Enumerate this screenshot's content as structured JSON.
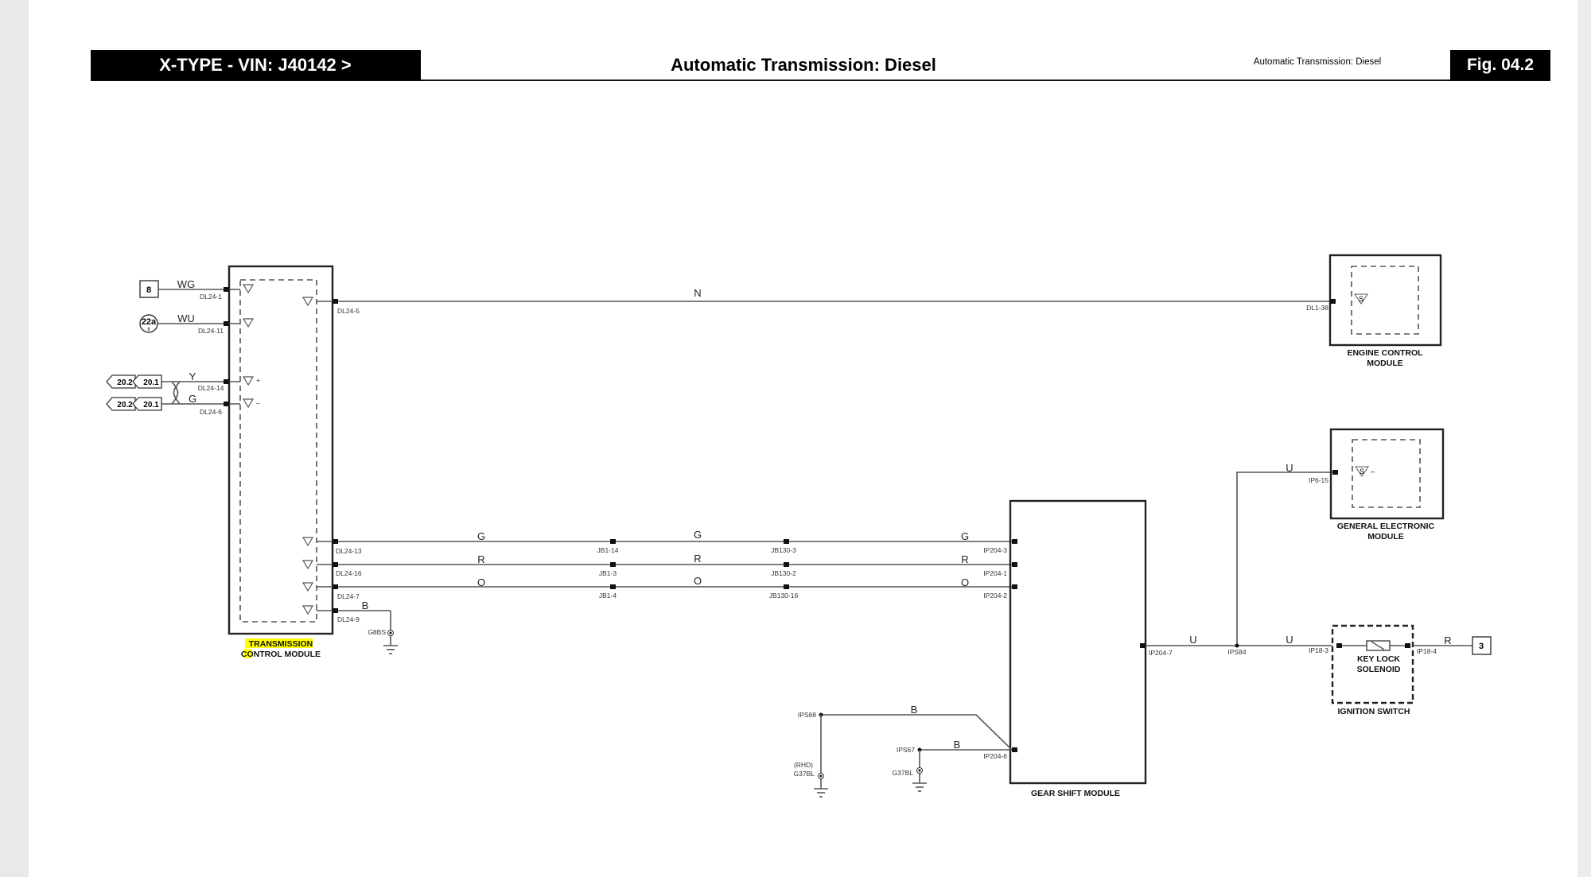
{
  "header": {
    "model": "X-TYPE - VIN: J40142 >",
    "title": "Automatic Transmission: Diesel",
    "subtitle": "Automatic Transmission: Diesel",
    "fig": "Fig. 04.2"
  },
  "refs": {
    "box8": "8",
    "circ22a": "22a",
    "circ22a_sub": "II",
    "tag202": "20.2",
    "tag201": "20.1",
    "box3": "3"
  },
  "wires": {
    "WG": "WG",
    "WU": "WU",
    "Y": "Y",
    "G": "G",
    "N": "N",
    "R": "R",
    "O": "O",
    "B": "B",
    "U": "U"
  },
  "pins": {
    "dl24_1": "DL24-1",
    "dl24_11": "DL24-11",
    "dl24_14": "DL24-14",
    "dl24_6": "DL24-6",
    "dl24_5": "DL24-5",
    "dl24_13": "DL24-13",
    "dl24_16": "DL24-16",
    "dl24_7": "DL24-7",
    "dl24_9": "DL24-9",
    "jb1_14": "JB1-14",
    "jb1_3": "JB1-3",
    "jb1_4": "JB1-4",
    "jb130_3": "JB130-3",
    "jb130_2": "JB130-2",
    "jb130_16": "JB130-16",
    "ip204_3": "IP204-3",
    "ip204_1": "IP204-1",
    "ip204_2": "IP204-2",
    "ip204_7": "IP204-7",
    "ip204_6": "IP204-6",
    "dl1_38": "DL1-38",
    "ip6_15": "IP6-15",
    "ips84": "IPS84",
    "ip18_3": "IP18-3",
    "ip18_4": "IP18-4",
    "ips68": "IPS68",
    "ips67": "IPS67",
    "g8bs": "G8BS",
    "rhd": "(RHD)",
    "g37bl": "G37BL"
  },
  "modules": {
    "tcm_1": "TRANSMISSION",
    "tcm_2": "CONTROL MODULE",
    "ecm_1": "ENGINE CONTROL",
    "ecm_2": "MODULE",
    "gem_1": "GENERAL ELECTRONIC",
    "gem_2": "MODULE",
    "gsm": "GEAR SHIFT  MODULE",
    "kls_1": "KEY LOCK",
    "kls_2": "SOLENOID",
    "ign": "IGNITION SWITCH"
  },
  "symbols": {
    "s": "S",
    "plus": "+",
    "minus": "–"
  },
  "colors": {
    "highlight": "#ffff00"
  }
}
